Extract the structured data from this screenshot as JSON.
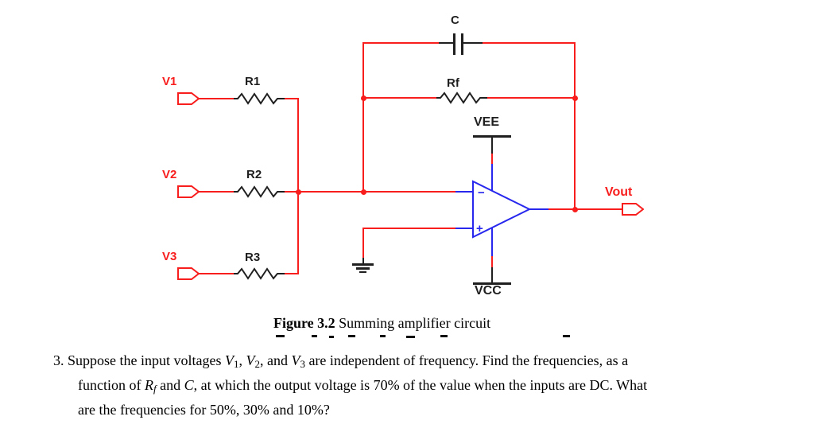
{
  "colors": {
    "wire_red": "#f81e1e",
    "opamp_blue": "#2727ee",
    "component_black": "#1f1f1f",
    "text_black": "#000000"
  },
  "schematic": {
    "input_terminals": [
      {
        "name": "V1"
      },
      {
        "name": "V2"
      },
      {
        "name": "V3"
      }
    ],
    "input_resistors": [
      {
        "name": "R1"
      },
      {
        "name": "R2"
      },
      {
        "name": "R3"
      }
    ],
    "feedback_capacitor": "C",
    "feedback_resistor": "Rf",
    "neg_supply": "VEE",
    "pos_supply": "VCC",
    "output_terminal": "Vout",
    "opamp": {
      "inverting_label": "−",
      "noninverting_label": "+"
    }
  },
  "caption": {
    "figure": "Figure 3.2",
    "text": "Summing amplifier circuit"
  },
  "question": {
    "lines": [
      [
        {
          "t": "3. Suppose the input voltages "
        },
        {
          "t": "V",
          "i": true
        },
        {
          "t": "1",
          "s": true
        },
        {
          "t": ", "
        },
        {
          "t": "V",
          "i": true
        },
        {
          "t": "2",
          "s": true
        },
        {
          "t": ", and "
        },
        {
          "t": "V",
          "i": true
        },
        {
          "t": "3",
          "s": true
        },
        {
          "t": " are independent of frequency. Find the frequencies, as a"
        }
      ],
      [
        {
          "t": "function of "
        },
        {
          "t": "R",
          "i": true
        },
        {
          "t": "f",
          "s": true,
          "i": true
        },
        {
          "t": " and "
        },
        {
          "t": "C",
          "i": true
        },
        {
          "t": ", at which the output voltage is 70% of the value when the inputs are DC. What"
        }
      ],
      [
        {
          "t": "are the frequencies for 50%, 30% and 10%?"
        }
      ]
    ]
  }
}
